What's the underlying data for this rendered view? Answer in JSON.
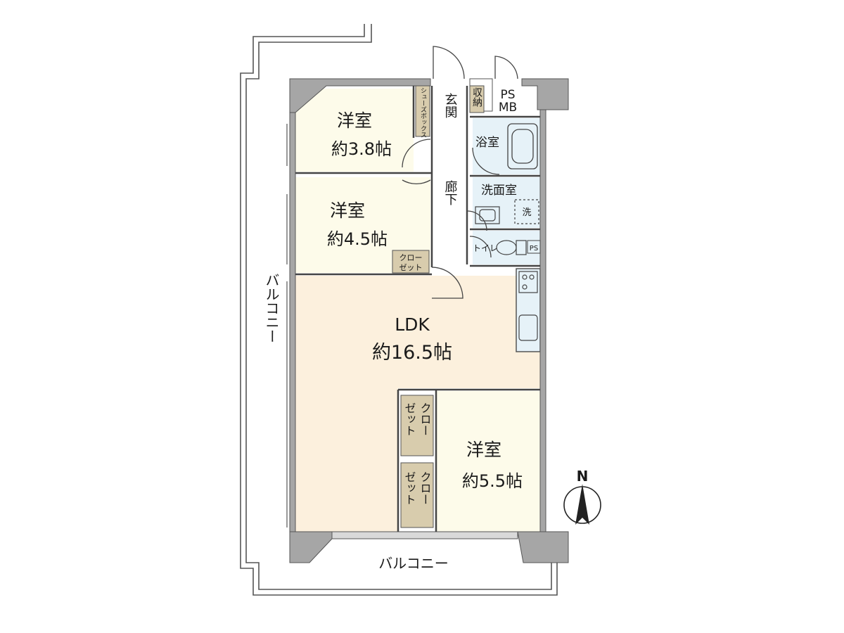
{
  "rooms": {
    "western1": {
      "name": "洋室",
      "area": "約3.8帖"
    },
    "western2": {
      "name": "洋室",
      "area": "約4.5帖"
    },
    "western3": {
      "name": "洋室",
      "area": "約5.5帖"
    },
    "ldk": {
      "name": "LDK",
      "area": "約16.5帖"
    },
    "entrance": {
      "name": "玄関"
    },
    "hallway": {
      "name": "廊下"
    },
    "bath": {
      "name": "浴室"
    },
    "washroom": {
      "name": "洗面室"
    },
    "toilet": {
      "name": "トイレ"
    }
  },
  "storage": {
    "shoebox": "シューズボックス",
    "storage": "収納",
    "ps_mb": {
      "line1": "PS",
      "line2": "MB"
    },
    "ps": "PS",
    "washer": "洗",
    "closet_w2": {
      "line1": "クロー",
      "line2": "ゼット"
    },
    "closet_ldk_top": {
      "col1": "クロー",
      "col2": "ゼット"
    },
    "closet_ldk_bottom": {
      "col1": "クロー",
      "col2": "ゼット"
    }
  },
  "balcony": {
    "west": "バルコニー",
    "south": "バルコニー"
  },
  "compass": {
    "label": "N"
  },
  "colors": {
    "western": "#fdfbea",
    "ldk": "#fcf0dd",
    "wet": "#e6f2f8",
    "closet": "#d8ccad",
    "wall": "#a6a6a6",
    "corridor": "#ffffff"
  }
}
